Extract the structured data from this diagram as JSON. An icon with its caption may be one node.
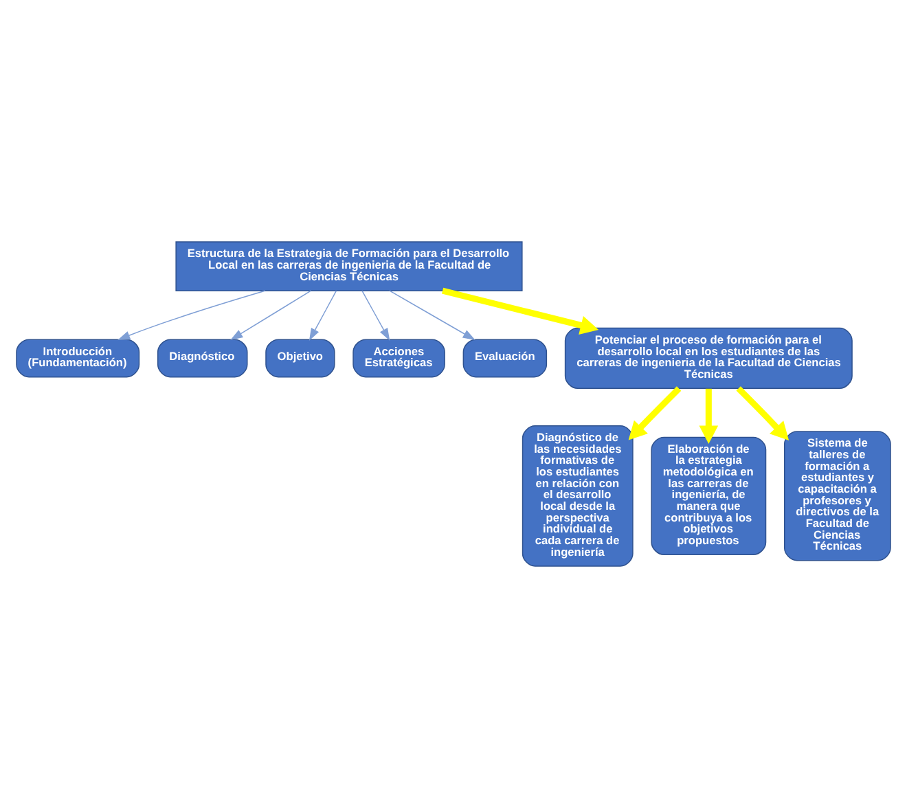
{
  "diagram": {
    "nodes": [
      {
        "text": [
          "Estructura de la Estrategia de Formación para el Desarrollo Local en las carreras de ingenieria de la Facultad de Ciencias Técnicas"
        ]
      },
      {
        "text": [
          "Introducción (Fundamentación)"
        ]
      },
      {
        "text": [
          "Diagnóstico"
        ]
      },
      {
        "text": [
          "Objetivo"
        ]
      },
      {
        "text": [
          "Acciones Estratégicas"
        ]
      },
      {
        "text": [
          "Evaluación"
        ]
      },
      {
        "text": [
          "Potenciar el proceso de formación para el desarrollo local en los estudiantes de las carreras de ingenieria de la Facultad de Ciencias Técnicas"
        ]
      },
      {
        "text": [
          "Diagnóstico de las necesidades formativas de los estudiantes en relación con el desarrollo local desde la perspectiva individual de cada carrera de ingeniería"
        ]
      },
      {
        "text": [
          "Elaboración de la estrategia metodológica en las carreras de ingeniería, de manera que contribuya a los objetivos propuestos"
        ]
      },
      {
        "text": [
          "Sistema de talleres de formación a estudiantes y capacitación a profesores y directivos de la Facultad de Ciencias Técnicas"
        ]
      }
    ],
    "edges": [
      {
        "from": 0,
        "to": 1,
        "arrow": "to"
      },
      {
        "from": 0,
        "to": 2,
        "arrow": "to"
      },
      {
        "from": 0,
        "to": 3,
        "arrow": "to"
      },
      {
        "from": 0,
        "to": 4,
        "arrow": "to"
      },
      {
        "from": 0,
        "to": 5,
        "arrow": "to"
      },
      {
        "from": 0,
        "to": 6,
        "arrow": "to",
        "style": "thick",
        "color": "#ffff00"
      },
      {
        "from": 6,
        "to": 7,
        "arrow": "to",
        "style": "thick",
        "color": "#ffff00"
      },
      {
        "from": 6,
        "to": 8,
        "arrow": "to",
        "style": "thick",
        "color": "#ffff00"
      },
      {
        "from": 6,
        "to": 9,
        "arrow": "to",
        "style": "thick",
        "color": "#ffff00"
      }
    ]
  }
}
